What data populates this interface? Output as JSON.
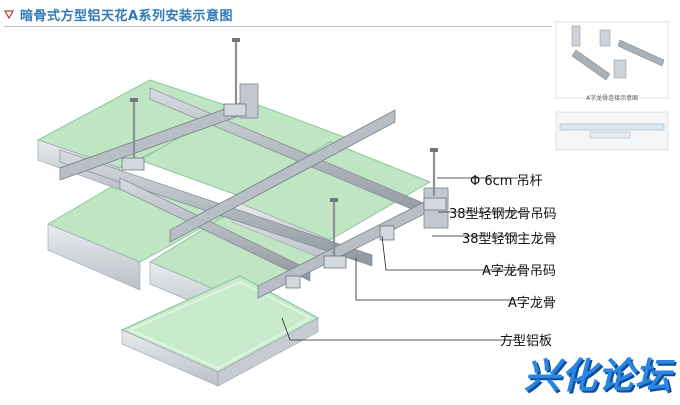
{
  "title": "暗骨式方型铝天花A系列安装示意图",
  "inset_caption": "A字龙骨连接示意图",
  "labels": [
    {
      "key": "rod",
      "text": "Φ 6cm 吊杆"
    },
    {
      "key": "hanger38",
      "text": "38型轻钢龙骨吊码"
    },
    {
      "key": "main38",
      "text": "38型轻钢主龙骨"
    },
    {
      "key": "aclip",
      "text": "A字龙骨吊码"
    },
    {
      "key": "akeel",
      "text": "A字龙骨"
    },
    {
      "key": "panel",
      "text": "方型铝板"
    }
  ],
  "watermark": "兴化论坛",
  "colors": {
    "title": "#2f79b8",
    "panel_face": "#bfe5c3",
    "panel_edge": "#8cc79a",
    "panel_side": "#d6dbe0",
    "steel": "#a9b0b8",
    "steel_dark": "#6f7780",
    "leader": "#222222",
    "watermark": "#2a86e0"
  }
}
